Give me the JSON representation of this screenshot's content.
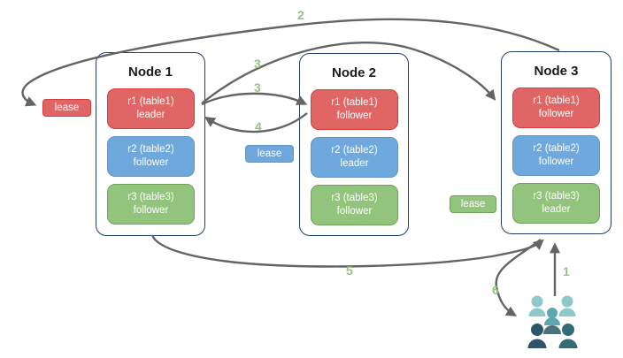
{
  "diagram": {
    "nodes": [
      {
        "title": "Node 1",
        "replicas": [
          {
            "line1": "r1 (table1)",
            "line2": "leader",
            "color": "#e06666"
          },
          {
            "line1": "r2 (table2)",
            "line2": "follower",
            "color": "#6fa8dc"
          },
          {
            "line1": "r3 (table3)",
            "line2": "follower",
            "color": "#93c47d"
          }
        ]
      },
      {
        "title": "Node 2",
        "replicas": [
          {
            "line1": "r1 (table1)",
            "line2": "follower",
            "color": "#e06666"
          },
          {
            "line1": "r2 (table2)",
            "line2": "leader",
            "color": "#6fa8dc"
          },
          {
            "line1": "r3 (table3)",
            "line2": "follower",
            "color": "#93c47d"
          }
        ]
      },
      {
        "title": "Node 3",
        "replicas": [
          {
            "line1": "r1 (table1)",
            "line2": "follower",
            "color": "#e06666"
          },
          {
            "line1": "r2 (table2)",
            "line2": "follower",
            "color": "#6fa8dc"
          },
          {
            "line1": "r3 (table3)",
            "line2": "leader",
            "color": "#93c47d"
          }
        ]
      }
    ],
    "leases": [
      {
        "label": "lease",
        "color": "#e06666"
      },
      {
        "label": "lease",
        "color": "#6fa8dc"
      },
      {
        "label": "lease",
        "color": "#93c47d"
      }
    ],
    "steps": {
      "s1": "1",
      "s2": "2",
      "s3a": "3",
      "s3b": "3",
      "s4": "4",
      "s5": "5",
      "s6": "6"
    },
    "colors": {
      "replica_red": "#e06666",
      "replica_red_border": "#d63c3c",
      "replica_blue": "#6fa8dc",
      "replica_blue_border": "#5d95c7",
      "replica_green": "#93c47d",
      "replica_green_border": "#6fa356",
      "node_border": "#223e6b",
      "arrow": "#646464",
      "step_label": "#93c47d",
      "clients_light": "#8fc8ca",
      "clients_medium": "#5fa7ae",
      "clients_front": "#47727f",
      "clients_dark": "#2e566a"
    },
    "icons": {
      "clients": "people-group-icon"
    }
  }
}
